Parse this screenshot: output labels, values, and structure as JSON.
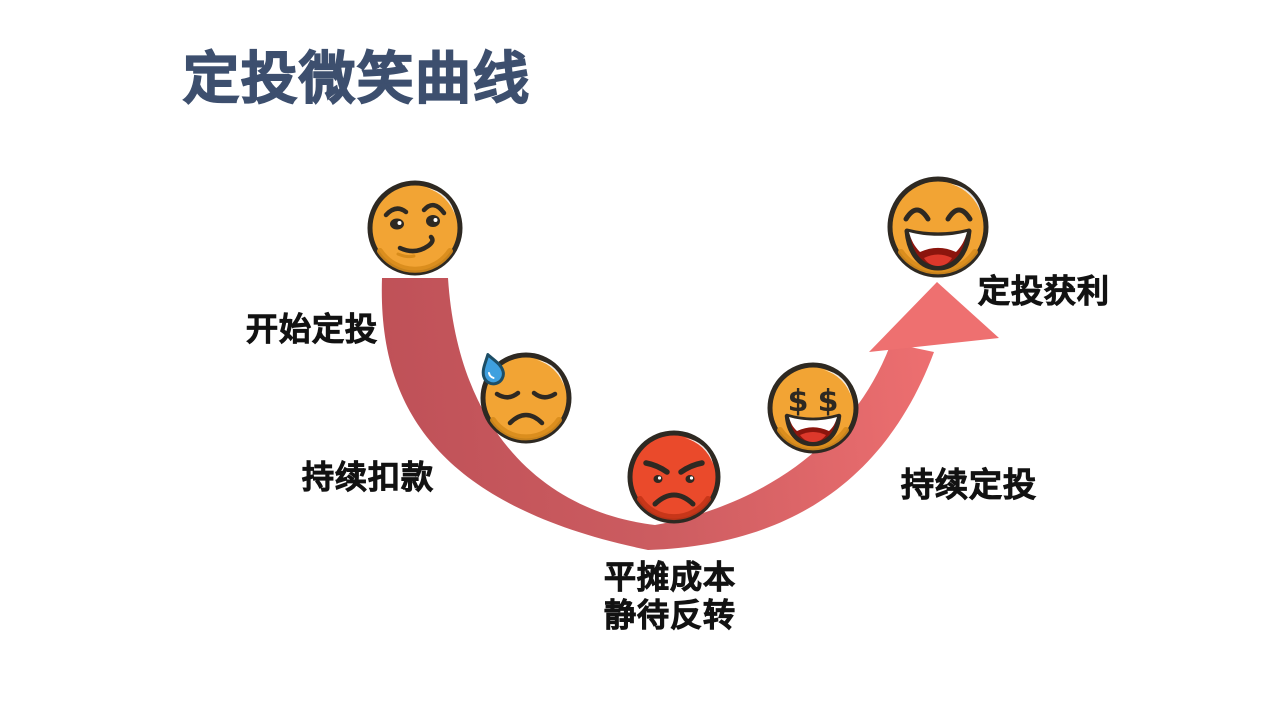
{
  "title": {
    "text": "定投微笑曲线"
  },
  "stages": [
    {
      "name": "start-investing",
      "label": "开始定投",
      "icon": "smirk-face-icon"
    },
    {
      "name": "keep-deducting",
      "label": "持续扣款",
      "icon": "worried-sweat-face-icon"
    },
    {
      "name": "average-cost",
      "label_line1": "平摊成本",
      "label_line2": "静待反转",
      "icon": "angry-face-icon"
    },
    {
      "name": "keep-investing",
      "label": "持续定投",
      "icon": "money-eyes-face-icon"
    },
    {
      "name": "profit",
      "label": "定投获利",
      "icon": "laughing-face-icon"
    }
  ],
  "colors": {
    "background": "#ffffff",
    "title_text": "#3d4f6e",
    "label_text": "#121212",
    "curve_start": "#bf5158",
    "curve_end": "#ef7071",
    "arrow": "#ee7070",
    "face_yellow": "#f2a434",
    "face_yellow_shade": "#d88c1c",
    "face_red": "#ea4a2b",
    "face_red_shade": "#c43417",
    "outline": "#2e2922",
    "sweat_drop": "#3fa0df",
    "sweat_outline": "#1d4e66",
    "teeth": "#ffffff",
    "mouth_dark": "#8c150d",
    "tongue": "#dd382b",
    "highlight": "#ffffff"
  }
}
